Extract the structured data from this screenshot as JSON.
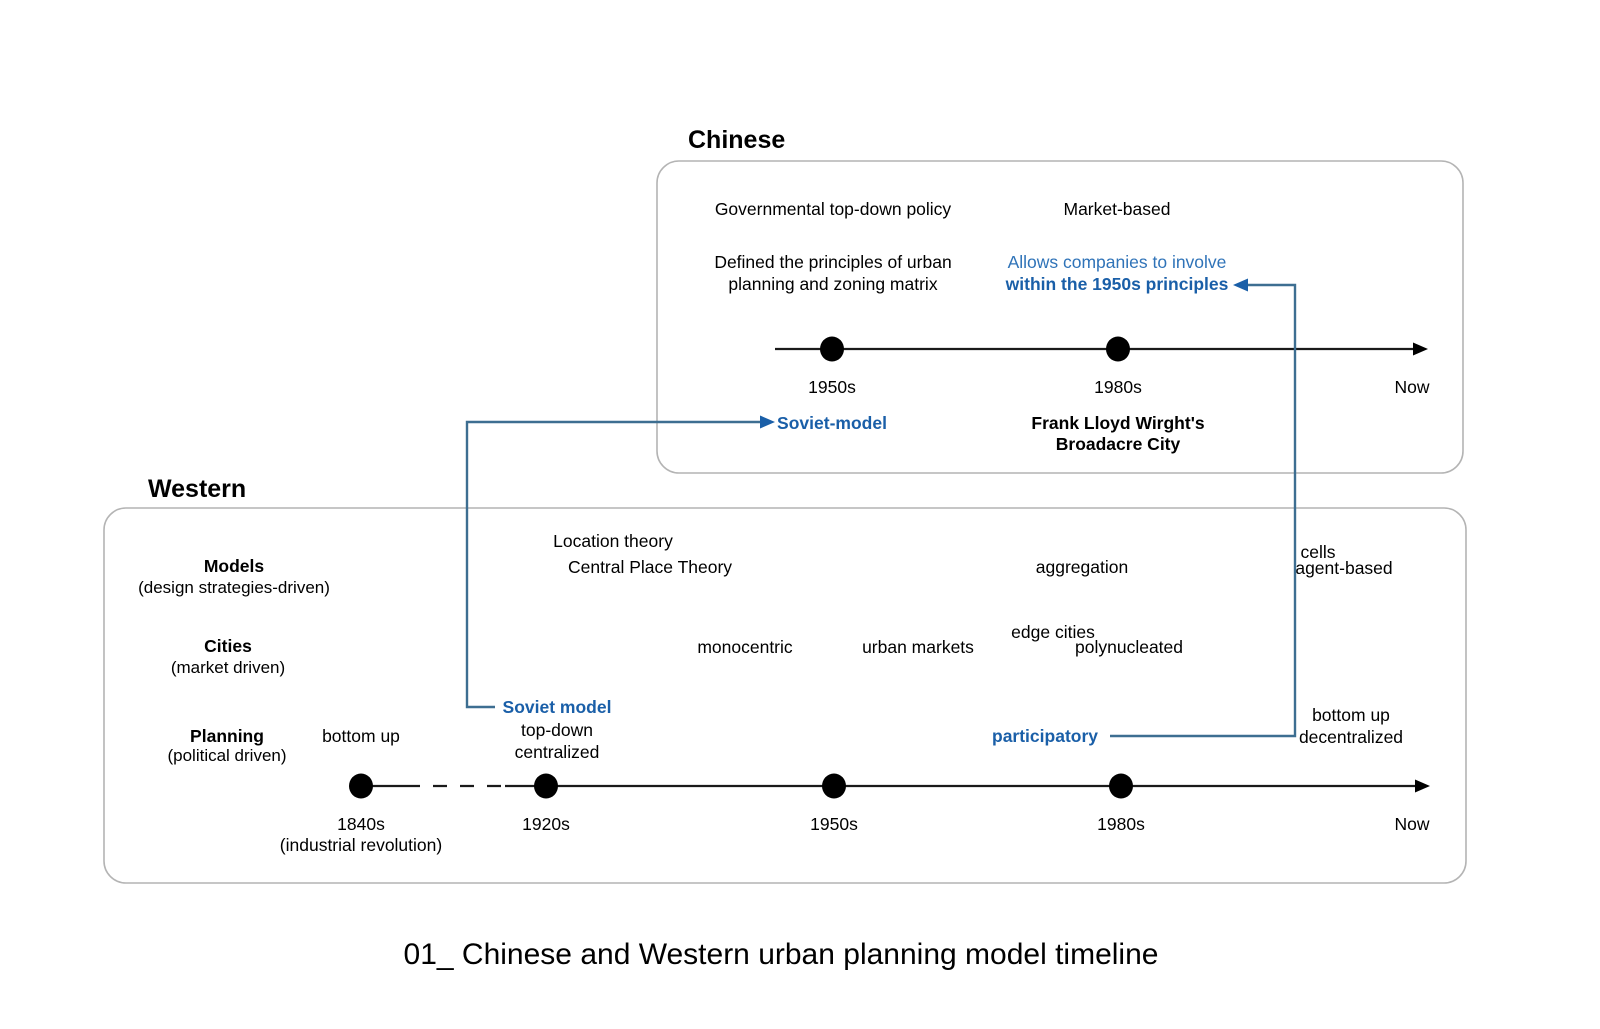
{
  "caption": "01_ Chinese and Western urban planning model timeline",
  "colors": {
    "blue_bold_text": "#1a5fa8",
    "blue_regular_text": "#2f73b8",
    "connector_line": "#3d6e91",
    "panel_border": "#b4b4b4",
    "axis": "#1a1a1a",
    "dot": "#000000",
    "background": "#ffffff"
  },
  "chinese_panel": {
    "title": "Chinese",
    "notes": [
      {
        "id": "gov-policy",
        "text": "Governmental top-down policy"
      },
      {
        "id": "market-based",
        "text": "Market-based"
      }
    ],
    "descriptions": [
      {
        "id": "defined-principles",
        "line1": "Defined the principles of urban",
        "line2": "planning and zoning matrix"
      },
      {
        "id": "allows-companies",
        "line1": "Allows companies to involve",
        "line2": "within the 1950s principles"
      }
    ],
    "timeline": {
      "ticks": [
        {
          "label": "1950s",
          "has_dot": true
        },
        {
          "label": "1980s",
          "has_dot": true
        },
        {
          "label": "Now",
          "has_dot": false
        }
      ]
    },
    "event_labels": [
      {
        "id": "soviet-model",
        "line1": "Soviet-model",
        "line2": ""
      },
      {
        "id": "broadacre-city",
        "line1": "Frank Lloyd Wirght's",
        "line2": "Broadacre City"
      }
    ]
  },
  "western_panel": {
    "title": "Western",
    "rows": [
      {
        "id": "models",
        "label": "Models",
        "sublabel": "(design strategies-driven)"
      },
      {
        "id": "cities",
        "label": "Cities",
        "sublabel": "(market driven)"
      },
      {
        "id": "planning",
        "label": "Planning",
        "sublabel": "(political driven)"
      }
    ],
    "models_items": [
      {
        "id": "location-theory",
        "text": "Location theory"
      },
      {
        "id": "central-place-theory",
        "text": "Central Place Theory"
      },
      {
        "id": "aggregation",
        "text": "aggregation"
      },
      {
        "id": "cells",
        "text": "cells"
      },
      {
        "id": "agent-based",
        "text": "agent-based"
      }
    ],
    "cities_items": [
      {
        "id": "monocentric",
        "text": "monocentric"
      },
      {
        "id": "urban-markets",
        "text": "urban markets"
      },
      {
        "id": "edge-cities",
        "text": "edge cities"
      },
      {
        "id": "polynucleated",
        "text": "polynucleated"
      }
    ],
    "planning_items": [
      {
        "id": "bottom-up",
        "text": "bottom up"
      },
      {
        "id": "soviet-model",
        "text": "Soviet model"
      },
      {
        "id": "top-down",
        "text": "top-down"
      },
      {
        "id": "centralized",
        "text": "centralized"
      },
      {
        "id": "participatory",
        "text": "participatory"
      },
      {
        "id": "bottom-up-right",
        "text": "bottom up"
      },
      {
        "id": "decentralized",
        "text": "decentralized"
      }
    ],
    "timeline": {
      "ticks": [
        {
          "label": "1840s",
          "sublabel": "(industrial revolution)",
          "has_dot": true
        },
        {
          "label": "1920s",
          "sublabel": "",
          "has_dot": true
        },
        {
          "label": "1950s",
          "sublabel": "",
          "has_dot": true
        },
        {
          "label": "1980s",
          "sublabel": "",
          "has_dot": true
        },
        {
          "label": "Now",
          "sublabel": "",
          "has_dot": false
        }
      ]
    }
  }
}
